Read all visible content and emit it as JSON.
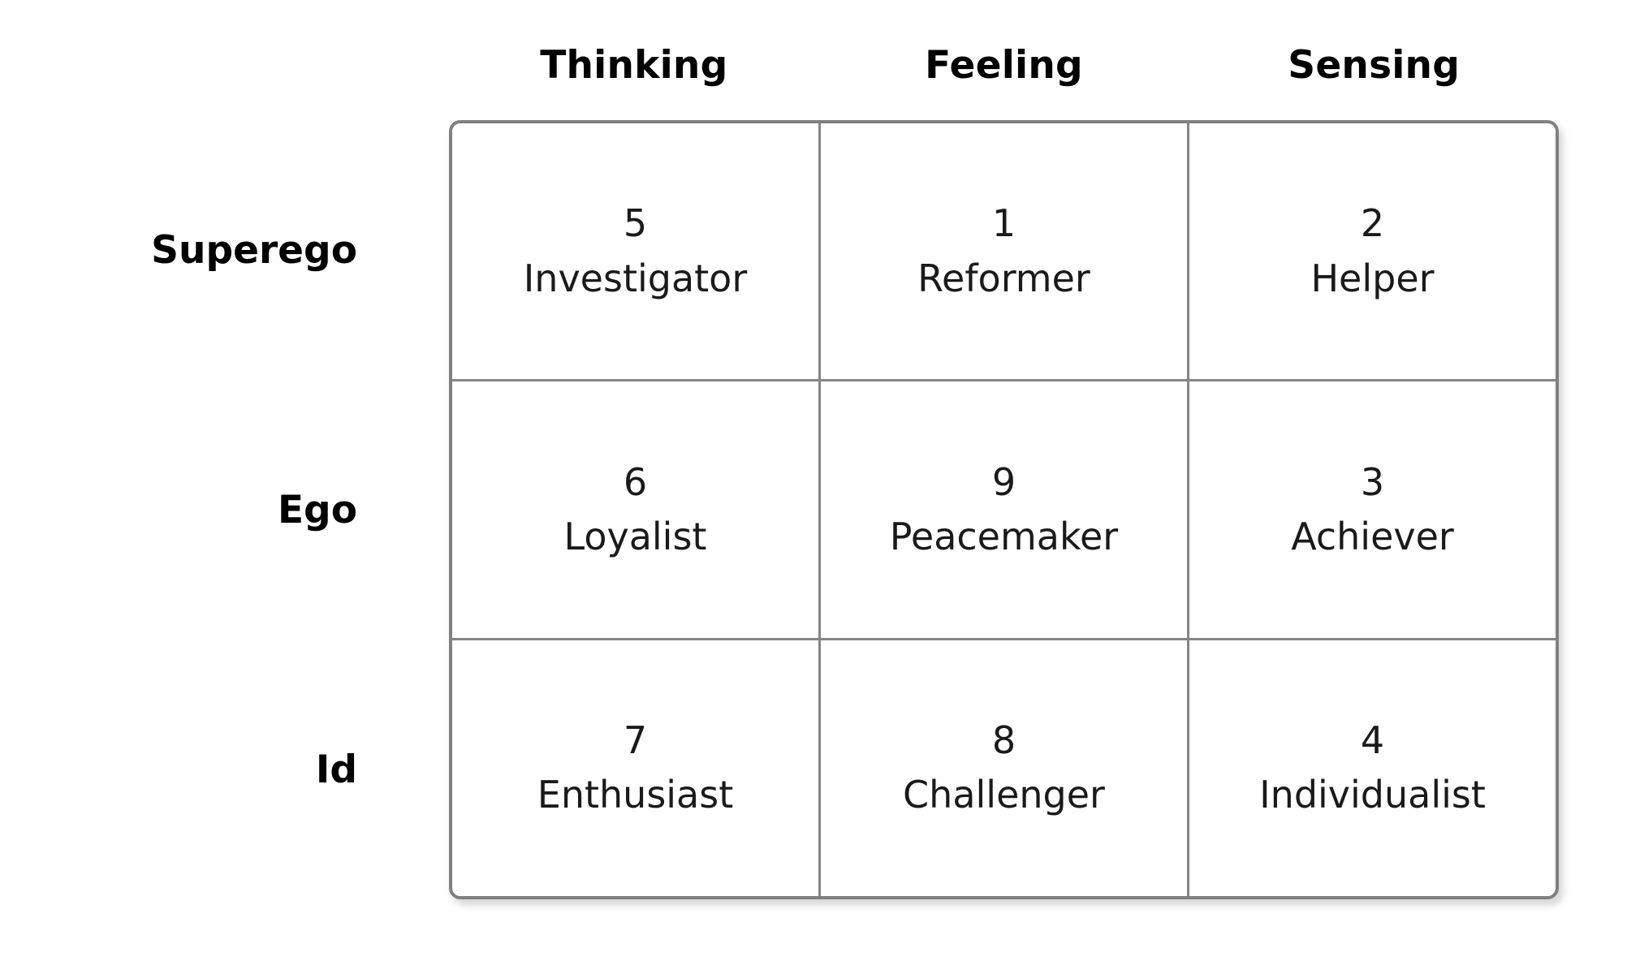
{
  "figure": {
    "background_color": "#ffffff",
    "border_color": "#808080",
    "gridline_color": "#868686",
    "text_color": "#111111"
  },
  "chart_data": {
    "type": "table",
    "title": "",
    "xlabel": "",
    "ylabel": "",
    "columns": [
      "Thinking",
      "Feeling",
      "Sensing"
    ],
    "rows": [
      "Superego",
      "Ego",
      "Id"
    ],
    "cells": [
      [
        {
          "number": "5",
          "name": "Investigator"
        },
        {
          "number": "1",
          "name": "Reformer"
        },
        {
          "number": "2",
          "name": "Helper"
        }
      ],
      [
        {
          "number": "6",
          "name": "Loyalist"
        },
        {
          "number": "9",
          "name": "Peacemaker"
        },
        {
          "number": "3",
          "name": "Achiever"
        }
      ],
      [
        {
          "number": "7",
          "name": "Enthusiast"
        },
        {
          "number": "8",
          "name": "Challenger"
        },
        {
          "number": "4",
          "name": "Individualist"
        }
      ]
    ],
    "legend": [],
    "grid": true
  }
}
